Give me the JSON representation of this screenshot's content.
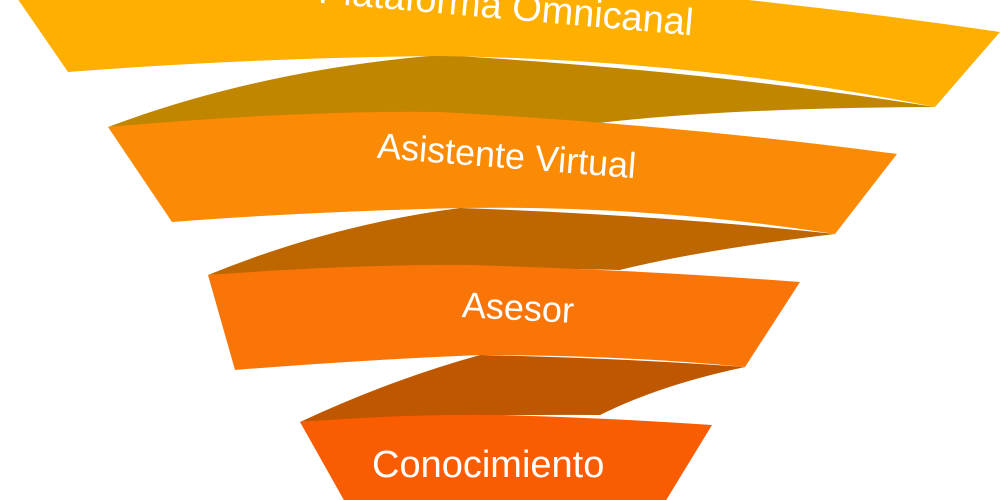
{
  "funnel": {
    "stages": [
      {
        "label": "Plataforma Omnicanal",
        "color": "#FFAF00"
      },
      {
        "label": "Asistente Virtual",
        "color": "#FB8A05"
      },
      {
        "label": "Asesor",
        "color": "#FA7507"
      },
      {
        "label": "Conocimiento",
        "color": "#FA5C02"
      }
    ],
    "fold_colors": [
      "#C08600",
      "#BE6600",
      "#BE5700"
    ]
  }
}
